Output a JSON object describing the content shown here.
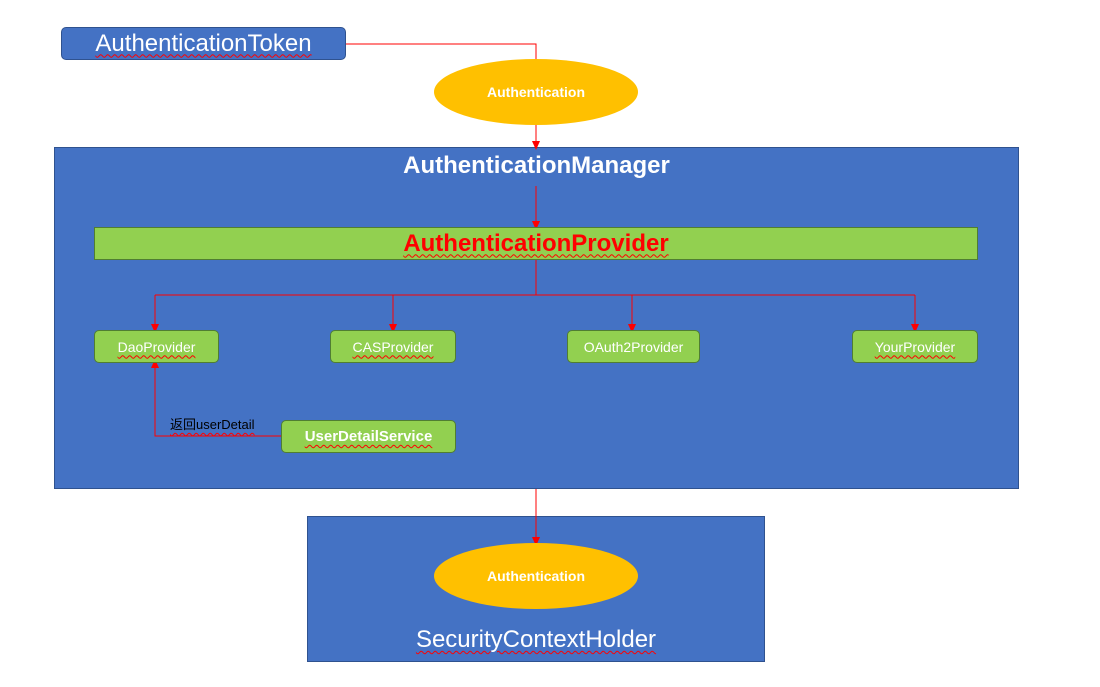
{
  "token_box": {
    "label": "AuthenticationToken"
  },
  "auth_ellipse_top": {
    "label": "Authentication"
  },
  "manager": {
    "title": "AuthenticationManager"
  },
  "provider_bar": {
    "label": "AuthenticationProvider"
  },
  "providers": [
    {
      "label": "DaoProvider"
    },
    {
      "label": "CASProvider"
    },
    {
      "label": "OAuth2Provider"
    },
    {
      "label": "YourProvider"
    }
  ],
  "user_detail_service": {
    "label": "UserDetailService"
  },
  "return_label": {
    "text": "返回userDetail"
  },
  "holder": {
    "title": "SecurityContextHolder",
    "auth_label": "Authentication"
  },
  "colors": {
    "box_blue": "#4472c4",
    "green": "#92d050",
    "gold": "#ffc000",
    "arrow_red": "#ff0000"
  }
}
